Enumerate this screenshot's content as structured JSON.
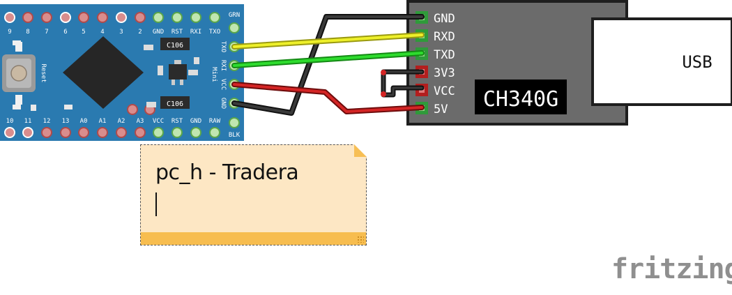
{
  "arduino": {
    "board_name": "Mini",
    "reset_label": "Reset",
    "top_pins": [
      "9",
      "8",
      "7",
      "6",
      "5",
      "4",
      "3",
      "2",
      "GND",
      "RST",
      "RXI",
      "TXO"
    ],
    "bottom_pins": [
      "10",
      "11",
      "12",
      "13",
      "A0",
      "A1",
      "A2",
      "A3",
      "VCC",
      "RST",
      "GND",
      "RAW"
    ],
    "right_pins": [
      "TXO",
      "RXI",
      "VCC",
      "GND"
    ],
    "corner_top": "GRN",
    "corner_bottom": "BLK",
    "chip_label": "C106"
  },
  "ch340g": {
    "pins": [
      "GND",
      "RXD",
      "TXD",
      "3V3",
      "VCC",
      "5V"
    ],
    "chip_label": "CH340G",
    "usb_label": "USB"
  },
  "wires": [
    {
      "from": "TXO",
      "to": "RXD",
      "color": "#e4e41a"
    },
    {
      "from": "RXI",
      "to": "TXD",
      "color": "#1bc51b"
    },
    {
      "from": "VCC",
      "to": "5V",
      "color": "#c81c1c"
    },
    {
      "from": "GND",
      "to": "GND",
      "color": "#222222"
    },
    {
      "from": "3V3",
      "to": "VCC",
      "color": "#222222"
    }
  ],
  "note": {
    "text": "pc_h - Tradera"
  },
  "watermark": "fritzing",
  "colors": {
    "board": "#2a7ab0",
    "pcb_dark": "#3a3a3a",
    "note_bg": "#fde7c4",
    "note_accent": "#f7bd4f"
  }
}
